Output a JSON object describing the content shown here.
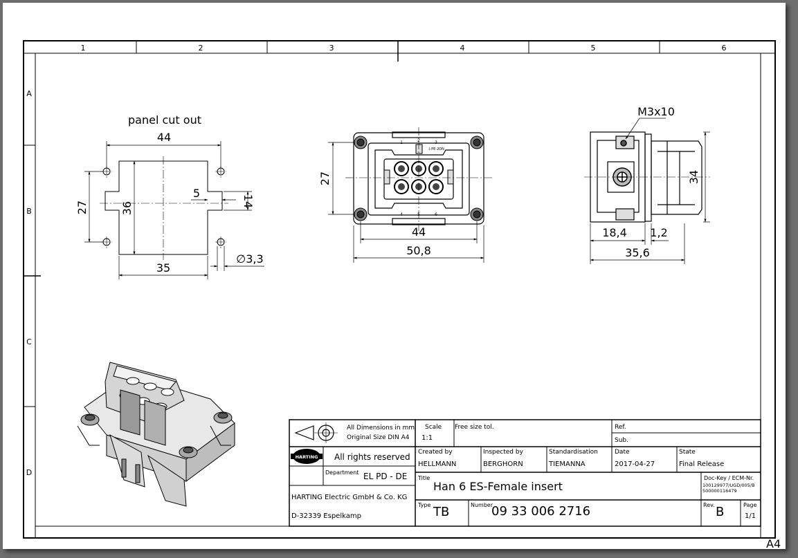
{
  "sheet": {
    "columns": [
      "1",
      "2",
      "3",
      "4",
      "5",
      "6"
    ],
    "rows": [
      "A",
      "B",
      "C",
      "D"
    ],
    "format_mark": "A4"
  },
  "views": {
    "cutout": {
      "title": "panel cut out",
      "dims": {
        "width_top": "44",
        "height_left": "27",
        "height_inner": "36",
        "notch": "5",
        "height_right": "14",
        "width_bottom": "35",
        "hole": "∅3,3"
      }
    },
    "front": {
      "dims": {
        "height": "27",
        "width_inner": "44",
        "width_outer": "50,8"
      },
      "marks": {
        "p1": "1",
        "p2": "2",
        "p3": "3",
        "p4": "4",
        "p5": "5",
        "p6": "6",
        "ce": "⏚PE-2DN"
      }
    },
    "side": {
      "dims": {
        "screw": "M3x10",
        "height": "34",
        "depth_a": "18,4",
        "depth_b": "1,2",
        "depth_total": "35,6"
      }
    }
  },
  "title_block": {
    "dims_note": "All Dimensions in mm",
    "size_note": "Original Size DIN A4",
    "scale_label": "Scale",
    "scale_value": "1:1",
    "tol_label": "Free size tol.",
    "ref_label": "Ref.",
    "sub_label": "Sub.",
    "rights": "All rights reserved",
    "logo_text": "HARTING",
    "created_label": "Created by",
    "created_value": "HELLMANN",
    "inspected_label": "Inspected by",
    "inspected_value": "BERGHORN",
    "std_label": "Standardisation",
    "std_value": "TIEMANNA",
    "date_label": "Date",
    "date_value": "2017-04-27",
    "state_label": "State",
    "state_value": "Final Release",
    "dept_label": "Department",
    "dept_value": "EL PD - DE",
    "title_label": "Title",
    "title_value": "Han 6 ES-Female insert",
    "dockey_label": "Doc-Key / ECM-Nr.",
    "dockey_line1": "100129977/UGD/005/B",
    "dockey_line2": "500000116479",
    "company": "HARTING Electric GmbH & Co. KG",
    "address": "D-32339 Espelkamp",
    "type_label": "Type",
    "type_value": "TB",
    "number_label": "Number",
    "number_value": "09 33 006 2716",
    "rev_label": "Rev.",
    "rev_value": "B",
    "page_label": "Page",
    "page_value": "1/1"
  }
}
